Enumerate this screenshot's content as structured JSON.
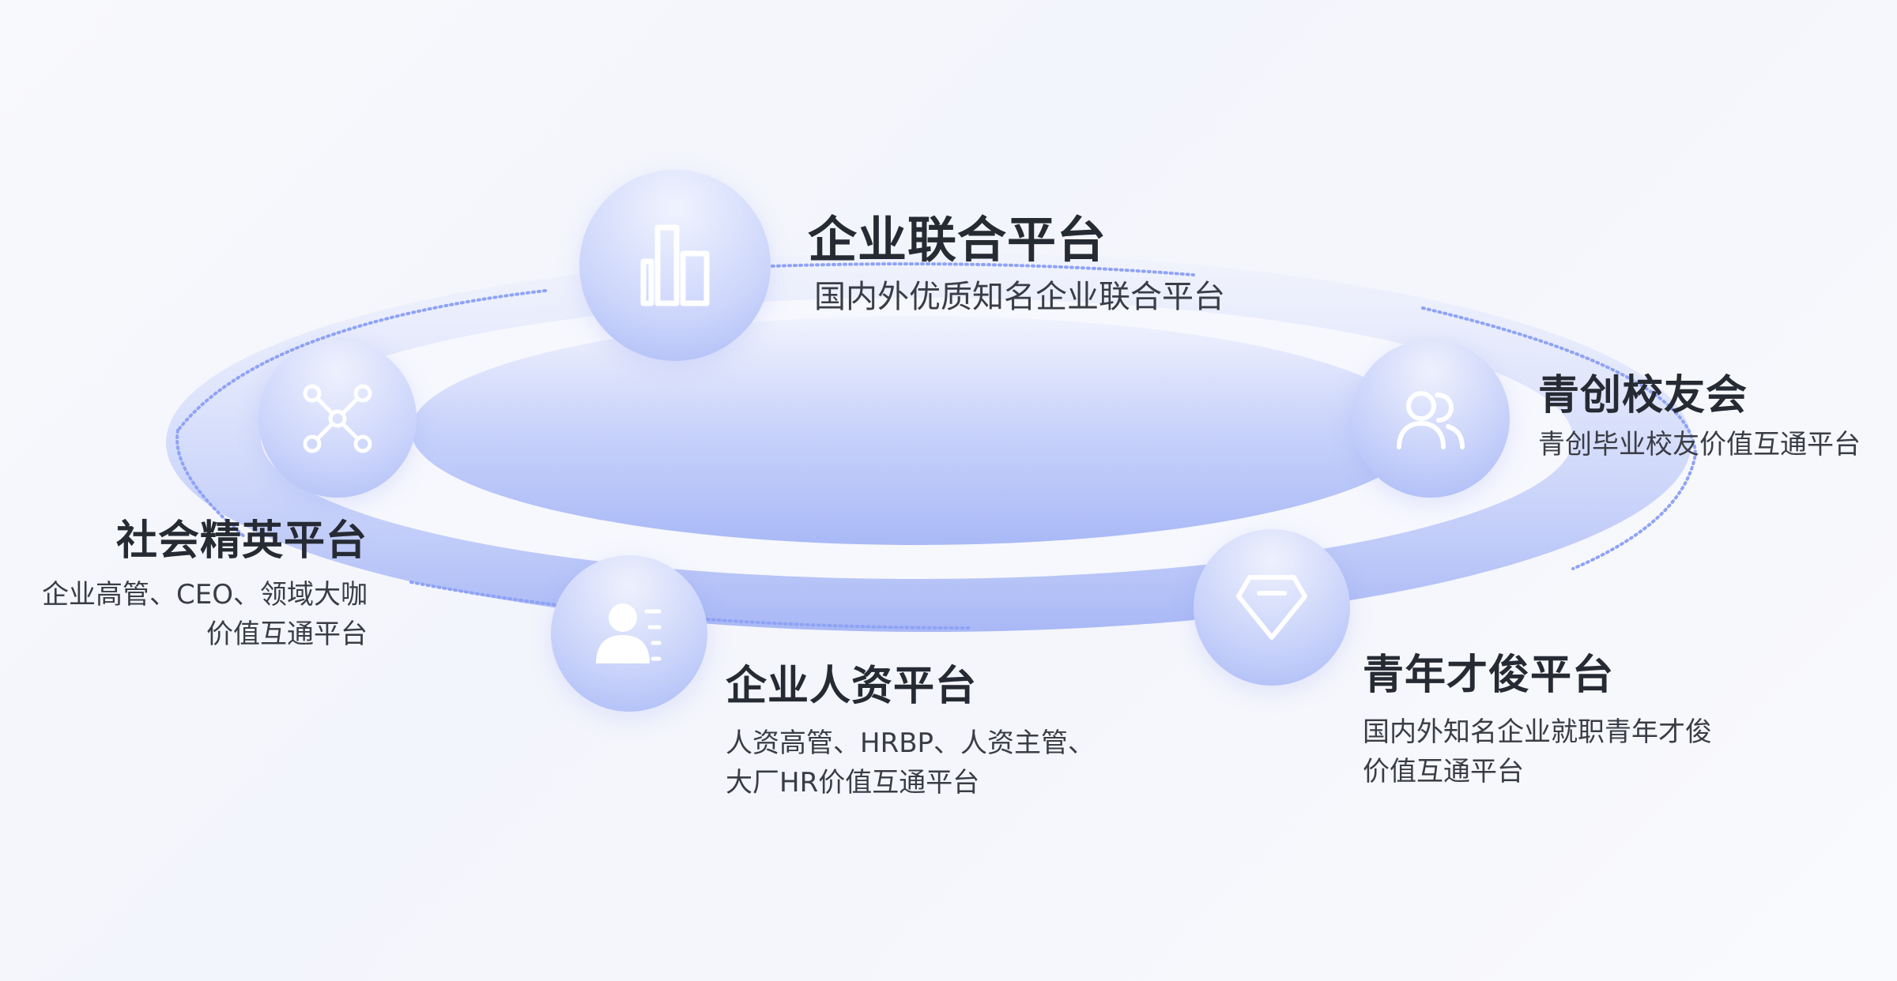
{
  "nodes": {
    "enterprise_alliance": {
      "icon": "bar-chart-icon",
      "title": "企业联合平台",
      "desc_lines": [
        "国内外优质知名企业联合平台"
      ]
    },
    "alumni": {
      "icon": "users-icon",
      "title": "青创校友会",
      "desc_lines": [
        "青创毕业校友价值互通平台"
      ]
    },
    "social_elite": {
      "icon": "network-icon",
      "title": "社会精英平台",
      "desc_lines": [
        "企业高管、CEO、领域大咖",
        "价值互通平台"
      ]
    },
    "hr": {
      "icon": "user-list-icon",
      "title": "企业人资平台",
      "desc_lines": [
        "人资高管、HRBP、人资主管、",
        "大厂HR价值互通平台"
      ]
    },
    "young_talent": {
      "icon": "diamond-icon",
      "title": "青年才俊平台",
      "desc_lines": [
        "国内外知名企业就职青年才俊",
        "价值互通平台"
      ]
    }
  },
  "colors": {
    "accent": "#8fa3f5",
    "accent_light": "#dde4fd",
    "text_dark": "#262a33",
    "text_body": "#3a3d45"
  }
}
